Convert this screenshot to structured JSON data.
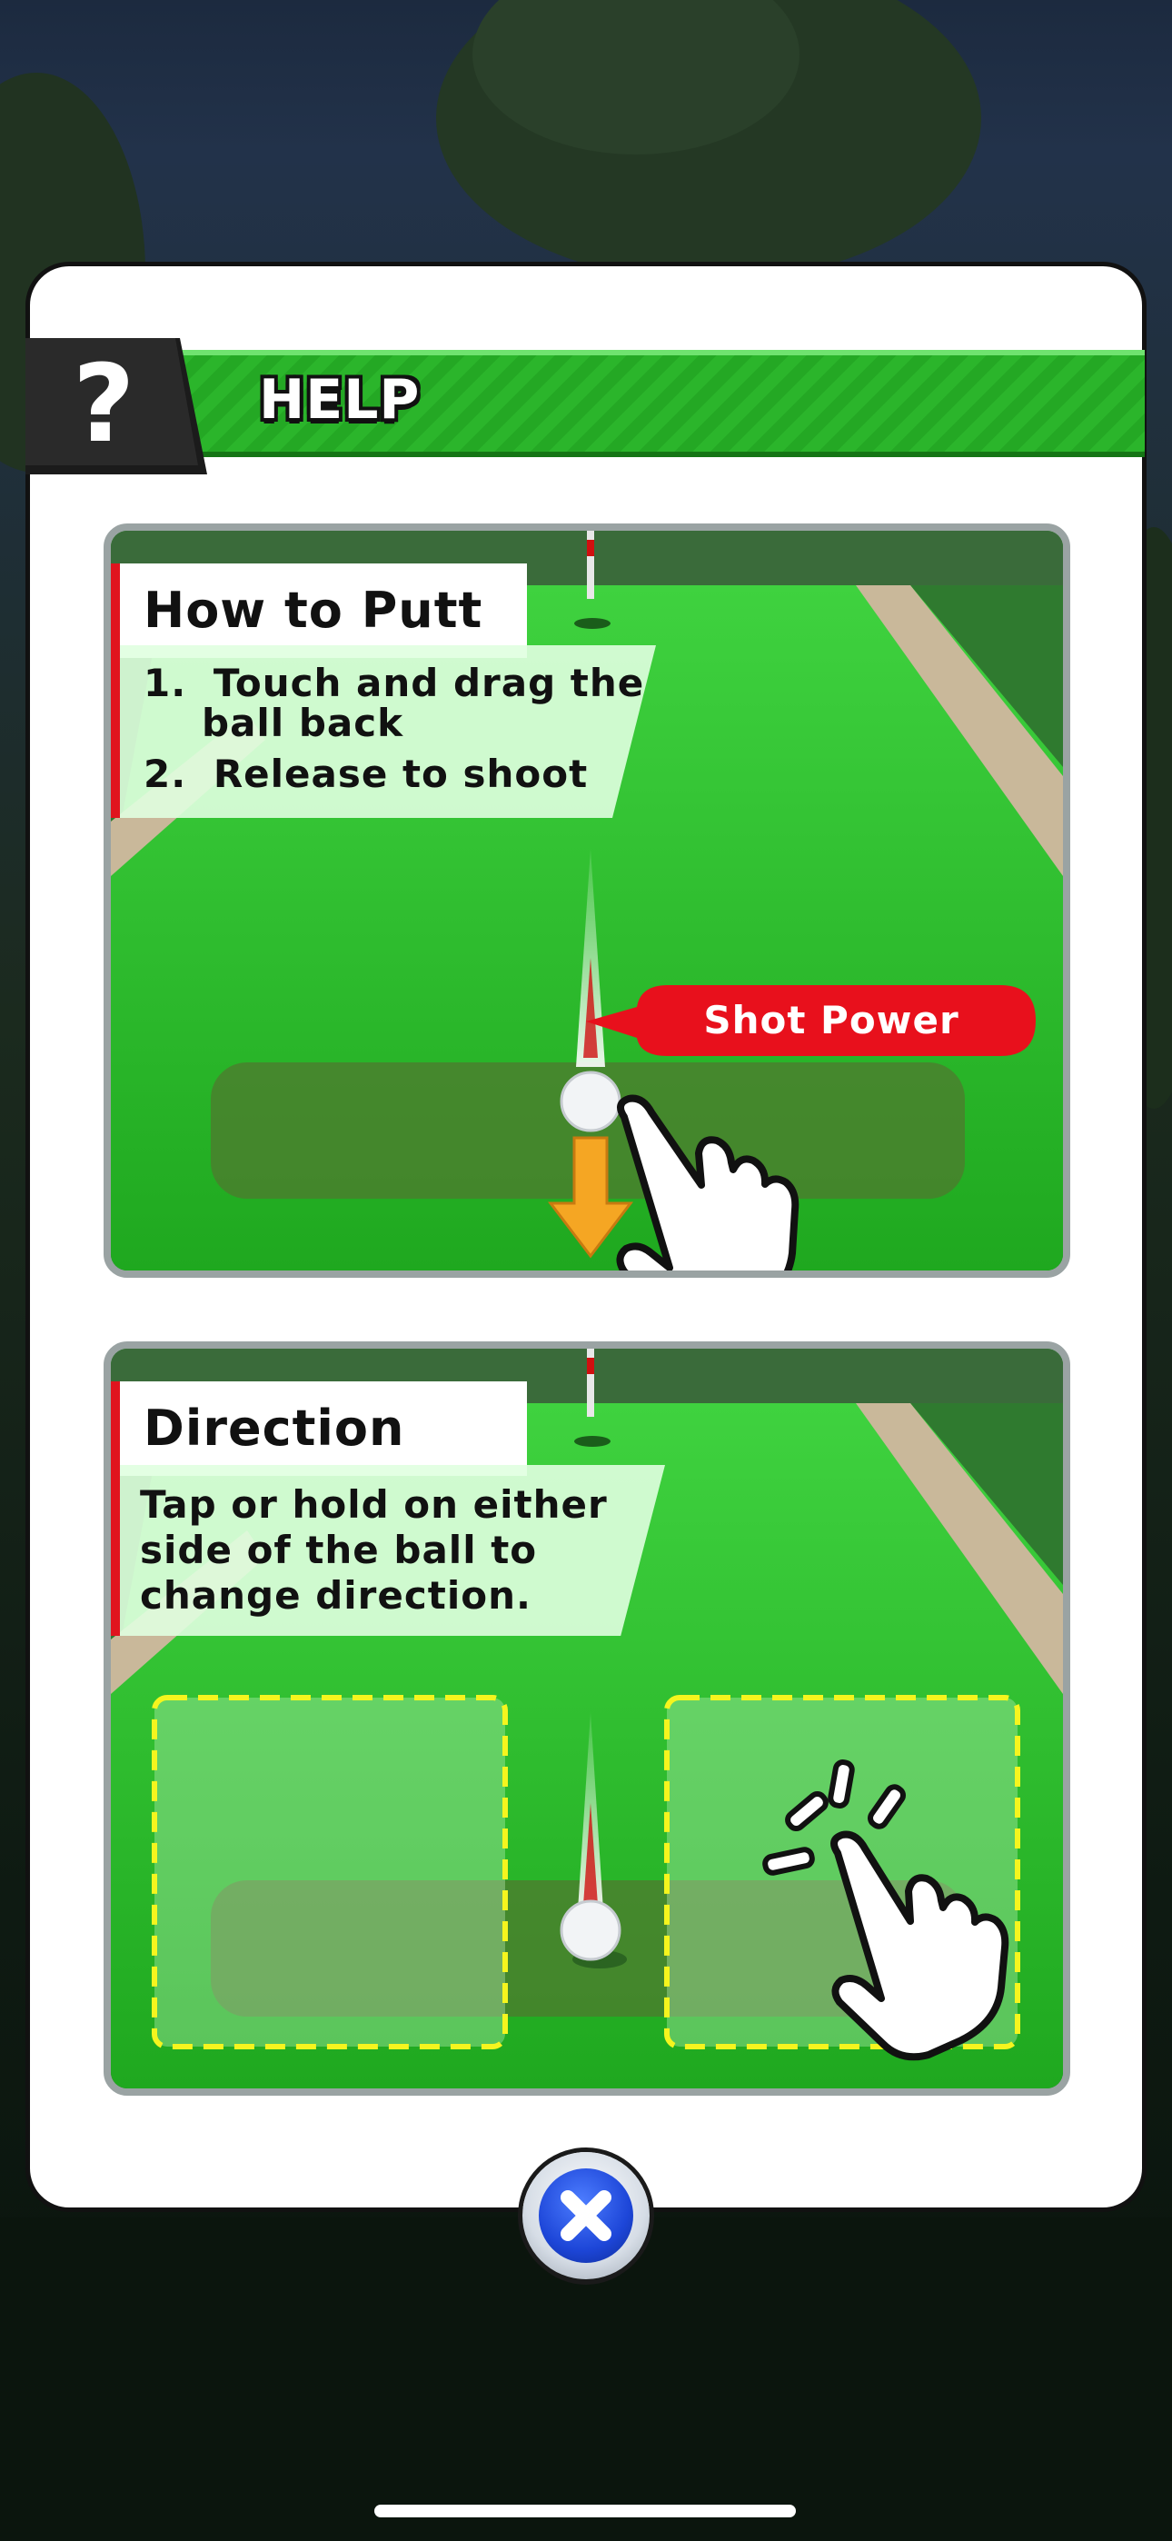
{
  "header": {
    "title": "HELP",
    "badge_icon": "question-mark-icon",
    "badge_glyph": "?"
  },
  "putt_panel": {
    "title": "How to Putt",
    "steps": [
      {
        "num": "1.",
        "line1": "Touch and drag the",
        "line2": "ball back"
      },
      {
        "num": "2.",
        "line1": "Release to shoot"
      }
    ],
    "callout": "Shot Power"
  },
  "direction_panel": {
    "title": "Direction",
    "lines": [
      "Tap or hold on either",
      "side of the ball to",
      "change direction."
    ]
  },
  "close_button": {
    "icon": "close-icon"
  },
  "colors": {
    "green_bar": "#2bb52b",
    "accent_red": "#e0141e",
    "close_blue": "#1d46d8",
    "zone_yellow": "#f5f51e"
  }
}
